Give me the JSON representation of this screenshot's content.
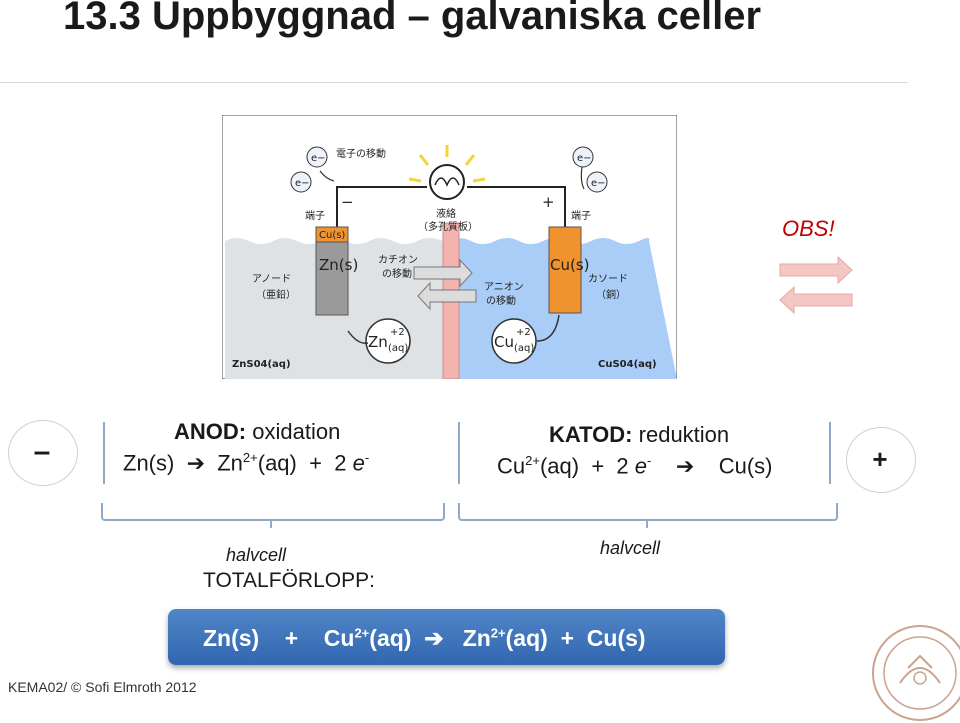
{
  "slide": {
    "title": "13.3 Uppbyggnad – galvaniska celler",
    "obs": "OBS!",
    "footer": "KEMA02/ © Sofi Elmroth 2012"
  },
  "figure": {
    "electron": "e−",
    "electron_flow": "電子の移動",
    "minus": "−",
    "plus": "+",
    "terminal_left": "端子",
    "terminal_right": "端子",
    "terminal_cu": "Cu(s)",
    "salt_bridge_1": "液絡",
    "salt_bridge_2": "（多孔質板）",
    "zn_electrode": "Zn(s)",
    "cu_electrode": "Cu(s)",
    "anode_1": "アノード",
    "anode_2": "（亜鉛）",
    "cathode_1": "カソード",
    "cathode_2": "（銅）",
    "cation_1": "カチオン",
    "cation_2": "の移動",
    "anion_1": "アニオン",
    "anion_2": "の移動",
    "zn_ion": "Zn",
    "zn_ion_charge": "+2",
    "zn_ion_state": "(aq)",
    "cu_ion": "Cu",
    "cu_ion_charge": "+2",
    "cu_ion_state": "(aq)",
    "left_solution": "ZnS04(aq)",
    "right_solution": "CuS04(aq)",
    "colors": {
      "left_solution": "#dfe2e5",
      "right_solution": "#a9cdf6",
      "cu_electrode": "#f0922e",
      "zn_electrode": "#9a9a9a",
      "membrane": "#f3b3ae"
    }
  },
  "anode": {
    "sign": "–",
    "label": "ANOD:",
    "process": "oxidation",
    "lhs": "Zn(s)",
    "arrow": "➔",
    "ion": "Zn",
    "charge": "2+",
    "state": "(aq)",
    "plus": "+",
    "coef": "2",
    "electron": "e",
    "e_charge": "-"
  },
  "cathode": {
    "sign": "+",
    "label": "KATOD:",
    "process": "reduktion",
    "ion": "Cu",
    "charge": "2+",
    "state": "(aq)",
    "plus": "+",
    "coef": "2",
    "electron": "e",
    "e_charge": "-",
    "arrow": "➔",
    "rhs": "Cu(s)"
  },
  "halfcell_left": "halvcell",
  "halfcell_right": "halvcell",
  "total": {
    "label": "TOTALFÖRLOPP:",
    "lhs1": "Zn(s)",
    "plus1": "+",
    "ion1": "Cu",
    "charge1": "2+",
    "state1": "(aq)",
    "arrow": "➔",
    "ion2": "Zn",
    "charge2": "2+",
    "state2": "(aq)",
    "plus2": "+",
    "rhs2": "Cu(s)"
  }
}
